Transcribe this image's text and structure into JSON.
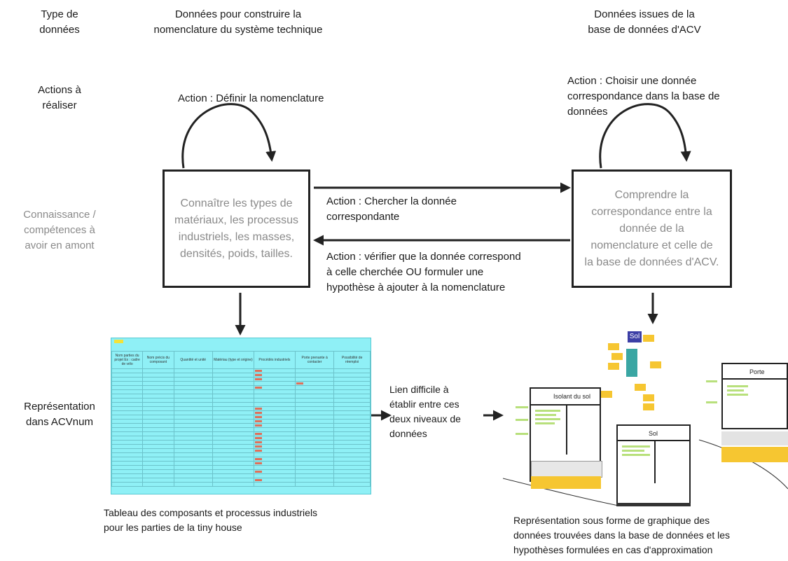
{
  "left_column": {
    "type_label": "Type de\ndonnées",
    "actions_label": "Actions à\nréaliser",
    "knowledge_label": "Connaissance /\ncompétences à\navoir en amont",
    "representation_label": "Représentation\ndans ACVnum"
  },
  "headers": {
    "left": "Données pour construire la\nnomenclature du système technique",
    "right": "Données issues de la\nbase de données d'ACV"
  },
  "actions": {
    "define": "Action : Définir la nomenclature",
    "choose": "Action : Choisir une donnée\ncorrespondance dans la base de\ndonnées",
    "search": "Action : Chercher la donnée\ncorrespondante",
    "verify": "Action : vérifier que la donnée correspond\nà celle cherchée OU formuler une\nhypothèse à ajouter à la nomenclature"
  },
  "boxes": {
    "left": "Connaître les types de\nmatériaux, les processus\nindustriels, les masses,\ndensités, poids, tailles.",
    "right": "Comprendre la\ncorrespondance entre la\ndonnée de la\nnomenclature et celle de\nla base de données d'ACV."
  },
  "link_text": "Lien difficile à\nétablir entre ces\ndeux niveaux de\ndonnées",
  "captions": {
    "table": "Tableau des composants et processus industriels\npour les parties de la tiny house",
    "graph": "Représentation sous forme de graphique des\ndonnées trouvées dans la base de données et les\nhypothèses formulées en cas d'approximation"
  },
  "table_thumb": {
    "headers": [
      "Nom parties du projet\nEx : cadre de vélo",
      "Nom précis du composant",
      "Quantité et unité",
      "Matériau (type et origine)",
      "Procédés industriels",
      "Porte prenante à contacter",
      "Possibilité de réemploi"
    ]
  },
  "graph_thumb": {
    "cards": [
      "Isolant du sol",
      "Sol",
      "Porte"
    ],
    "node": "Sol"
  },
  "colors": {
    "table_bg": "#8ff0f6",
    "sticky": "#f6c631",
    "box_border": "#222222",
    "muted_text": "#8a8a8a"
  }
}
